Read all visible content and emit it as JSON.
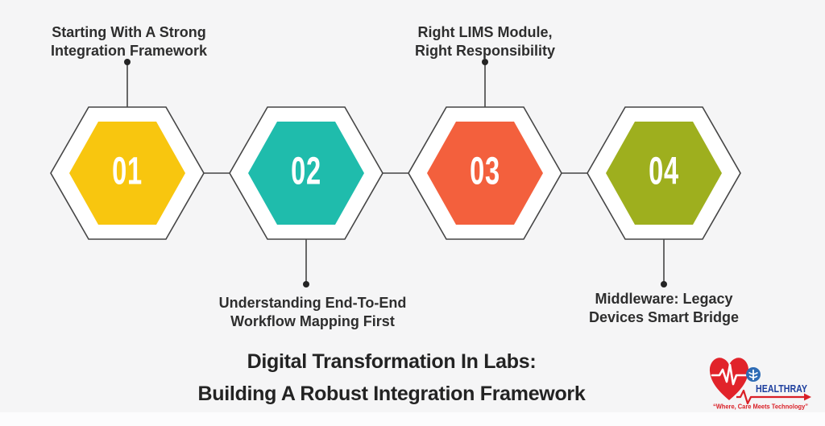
{
  "page": {
    "background_color": "#f5f5f6",
    "footer_strip_color": "#fcfcfd"
  },
  "title": {
    "line1": "Digital Transformation In Labs:",
    "line2": "Building A Robust Integration Framework",
    "color": "#232323"
  },
  "steps": [
    {
      "number": "01",
      "color": "#F8C60F",
      "label_line1": "Starting With A Strong",
      "label_line2": "Integration Framework",
      "label_position": "top"
    },
    {
      "number": "02",
      "color": "#1FBCAC",
      "label_line1": "Understanding End-To-End",
      "label_line2": "Workflow Mapping First",
      "label_position": "bottom"
    },
    {
      "number": "03",
      "color": "#F3603D",
      "label_line1": "Right LIMS Module,",
      "label_line2": "Right Responsibility",
      "label_position": "top"
    },
    {
      "number": "04",
      "color": "#9EAF1E",
      "label_line1": "Middleware: Legacy",
      "label_line2": "Devices Smart Bridge",
      "label_position": "bottom"
    }
  ],
  "diagram": {
    "outline_color": "#454545",
    "number_color": "#ffffff",
    "label_color": "#2e2e2e"
  },
  "logo": {
    "brand": "HEALTHRAY",
    "tagline": "“Where, Care Meets Technology”",
    "brand_color": "#1e3f9e",
    "heart_color": "#e1232a",
    "accent_red": "#d92027",
    "circle_color": "#2e6cb5",
    "icons": {
      "medical": "staff-of-aesculapius-icon",
      "heart": "heart-ekg-icon",
      "arrow": "right-arrow-icon"
    }
  }
}
